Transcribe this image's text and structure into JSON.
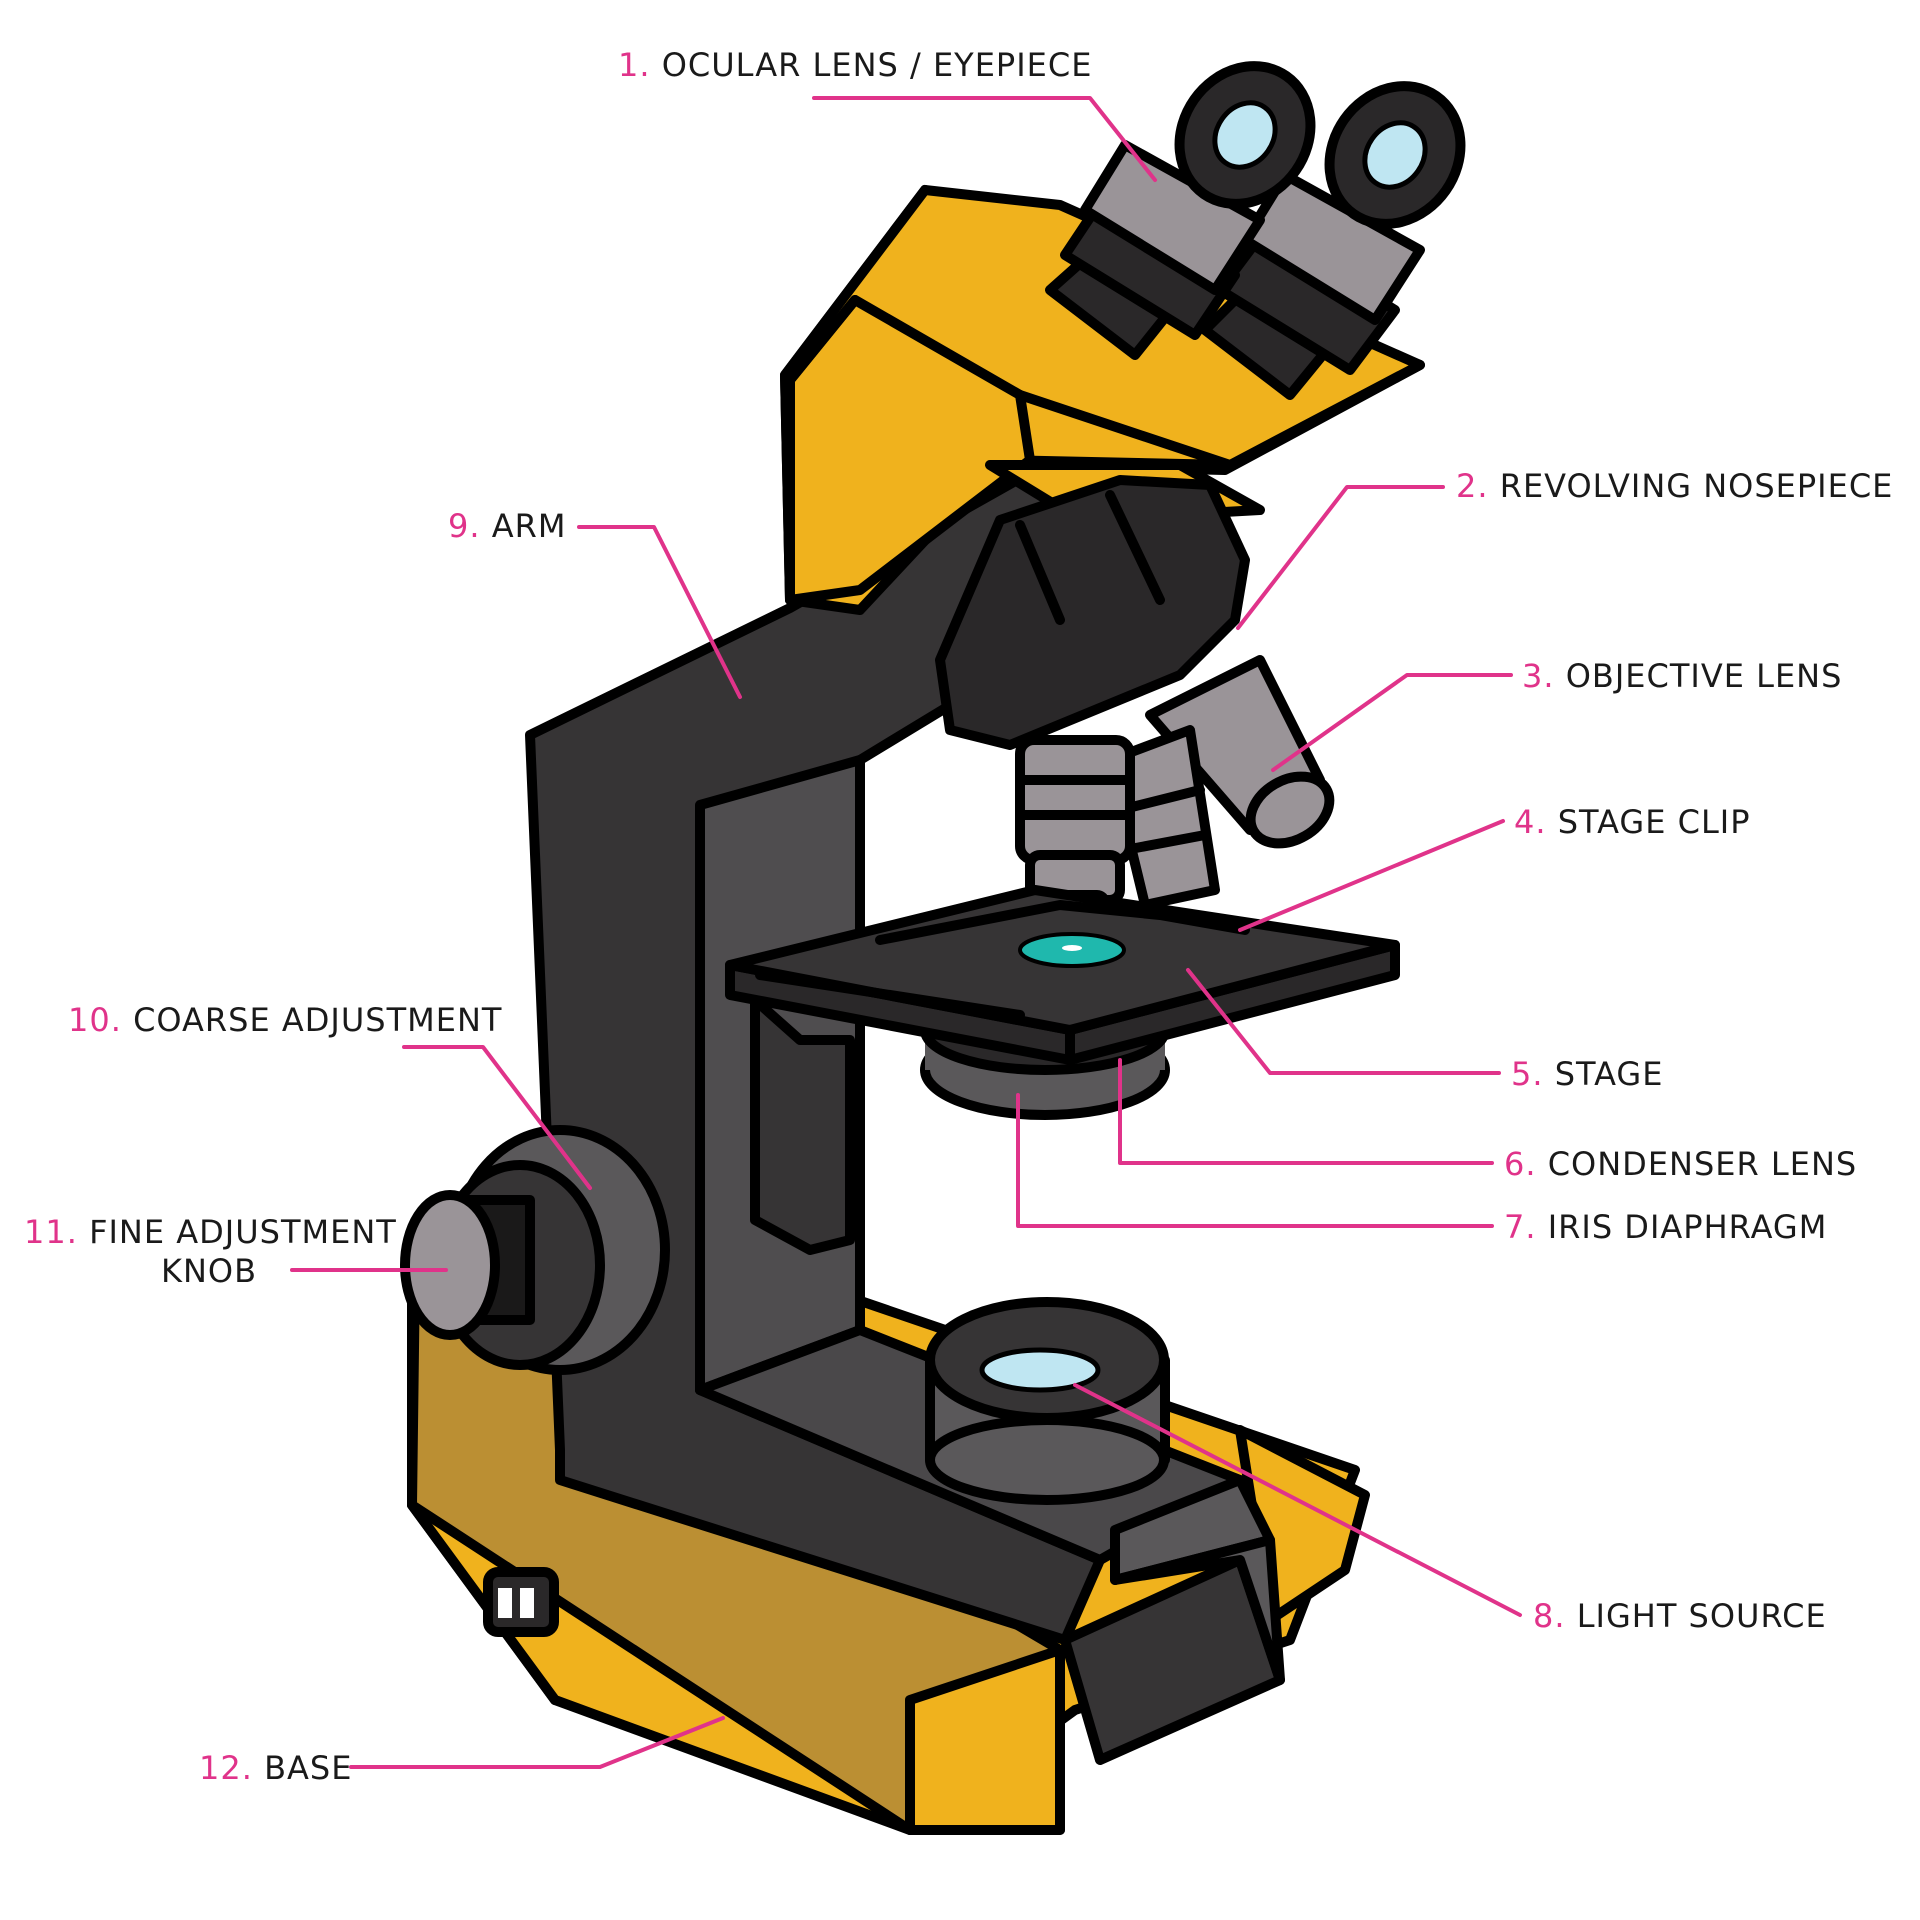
{
  "colors": {
    "accent": "#e0338a",
    "yellow": "#f0b21d",
    "yellow_shade": "#bb8f33",
    "dark_gray": "#363435",
    "mid_gray": "#5a585a",
    "light_gray": "#9a9498",
    "teal": "#1fb8ad",
    "lens_blue": "#bfe6f2"
  },
  "labels": [
    {
      "num": "1.",
      "text": "OCULAR LENS / EYEPIECE"
    },
    {
      "num": "2.",
      "text": "REVOLVING NOSEPIECE"
    },
    {
      "num": "3.",
      "text": "OBJECTIVE LENS"
    },
    {
      "num": "4.",
      "text": "STAGE CLIP"
    },
    {
      "num": "5.",
      "text": "STAGE"
    },
    {
      "num": "6.",
      "text": "CONDENSER LENS"
    },
    {
      "num": "7.",
      "text": "IRIS DIAPHRAGM"
    },
    {
      "num": "8.",
      "text": "LIGHT SOURCE"
    },
    {
      "num": "9.",
      "text": "ARM"
    },
    {
      "num": "10.",
      "text": "COARSE ADJUSTMENT"
    },
    {
      "num": "11.",
      "text": "FINE ADJUSTMENT",
      "text2": "KNOB"
    },
    {
      "num": "12.",
      "text": "BASE"
    }
  ]
}
